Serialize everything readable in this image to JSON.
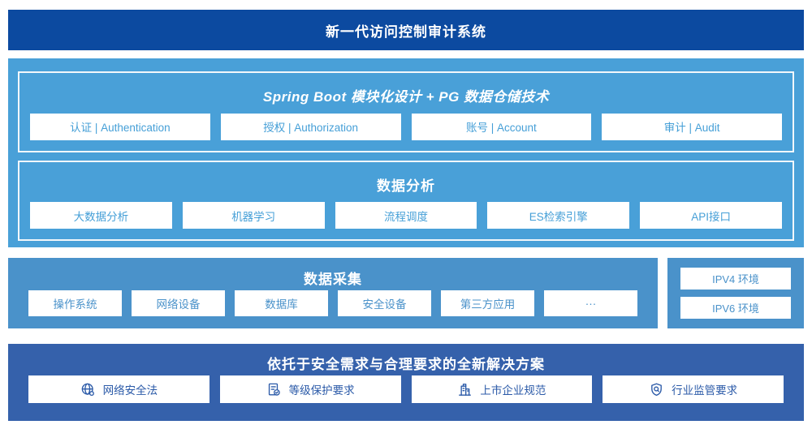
{
  "banner": {
    "title": "新一代访问控制审计系统"
  },
  "architecture": {
    "title": "Spring Boot 模块化设计 + PG 数据仓储技术",
    "modules": [
      {
        "label": "认证 | Authentication"
      },
      {
        "label": "授权 | Authorization"
      },
      {
        "label": "账号 | Account"
      },
      {
        "label": "审计 | Audit"
      }
    ],
    "analysis": {
      "title": "数据分析",
      "items": [
        {
          "label": "大数据分析"
        },
        {
          "label": "机器学习"
        },
        {
          "label": "流程调度"
        },
        {
          "label": "ES检索引擎"
        },
        {
          "label": "API接口"
        }
      ]
    }
  },
  "collection": {
    "title": "数据采集",
    "items": [
      {
        "label": "操作系统"
      },
      {
        "label": "网络设备"
      },
      {
        "label": "数据库"
      },
      {
        "label": "安全设备"
      },
      {
        "label": "第三方应用"
      },
      {
        "label": "···"
      }
    ]
  },
  "environments": {
    "items": [
      {
        "label": "IPV4 环境"
      },
      {
        "label": "IPV6 环境"
      }
    ]
  },
  "solution": {
    "title": "依托于安全需求与合理要求的全新解决方案",
    "items": [
      {
        "icon": "globe-icon",
        "label": "网络安全法"
      },
      {
        "icon": "checklist-icon",
        "label": "等级保护要求"
      },
      {
        "icon": "building-icon",
        "label": "上市企业规范"
      },
      {
        "icon": "shield-search-icon",
        "label": "行业监管要求"
      }
    ]
  },
  "colors": {
    "banner_bg": "#0c4aa0",
    "architecture_bg": "#49a0d8",
    "collection_bg": "#4a92ca",
    "solution_bg": "#3561ab",
    "light_box_text": "#459fd7",
    "solution_box_text": "#2b5aa8",
    "box_bg": "#ffffff"
  }
}
